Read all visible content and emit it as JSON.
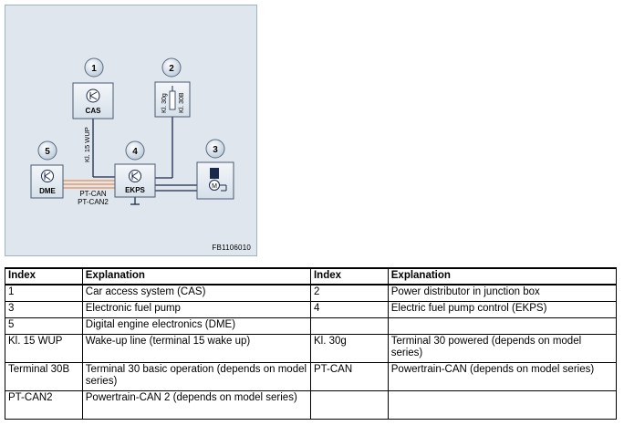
{
  "diagram": {
    "figure_id": "FB1106010",
    "numbers": [
      "1",
      "2",
      "3",
      "4",
      "5"
    ],
    "components": {
      "cas": "CAS",
      "ekps": "EKPS",
      "dme": "DME"
    },
    "wire_labels": {
      "kl15wup": "Kl. 15 WUP",
      "ptcan": "PT-CAN",
      "ptcan2": "PT-CAN2",
      "kl30g": "Kl. 30g",
      "kl30b": "Kl. 30B"
    },
    "motor_symbol": "M",
    "colors": {
      "panel_bg": "#dfe6ee",
      "box_fill": "#e8eef4",
      "can_wire": "#e59b6a",
      "badge_fill": "#c9d6e3"
    }
  },
  "table": {
    "headers": [
      "Index",
      "Explanation",
      "Index",
      "Explanation"
    ],
    "rows": [
      [
        "1",
        "Car access system (CAS)",
        "2",
        "Power distributor in junction box"
      ],
      [
        "3",
        "Electronic fuel pump",
        "4",
        "Electric fuel pump control (EKPS)"
      ],
      [
        "5",
        "Digital engine electronics (DME)",
        "",
        ""
      ],
      [
        "Kl. 15 WUP",
        "Wake-up line (terminal 15 wake up)",
        "Kl. 30g",
        "Terminal 30 powered (depends on model series)"
      ],
      [
        "Terminal 30B",
        "Terminal 30 basic operation (depends on model series)",
        "PT-CAN",
        "Powertrain-CAN (depends on model series)"
      ],
      [
        "PT-CAN2",
        "Powertrain-CAN 2 (depends on model series)",
        "",
        ""
      ]
    ]
  }
}
